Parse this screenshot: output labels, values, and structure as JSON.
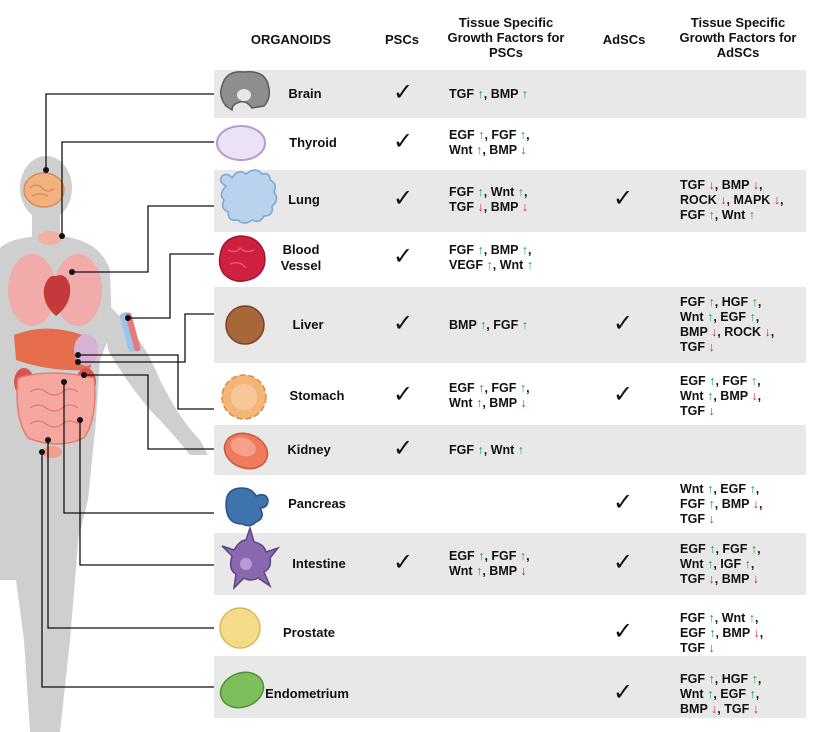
{
  "headers": {
    "organoids": "ORGANOIDS",
    "pscs": "PSCs",
    "gf_pscs": "Tissue Specific Growth Factors for PSCs",
    "adscs": "AdSCs",
    "gf_adscs": "Tissue Specific Growth Factors for AdSCs"
  },
  "check_symbol": "✓",
  "arrows": {
    "up": "↑",
    "down": "↓"
  },
  "colors": {
    "up": "#1aa34a",
    "down": "#e02222",
    "row_shade": "#e8e8e8",
    "silhouette": "#cfcfcf"
  },
  "rows": [
    {
      "id": "brain",
      "organ": "Brain",
      "psc": true,
      "adsc": false,
      "psc_gf": [
        [
          [
            "TGF",
            "up"
          ],
          [
            "BMP",
            "up"
          ]
        ]
      ],
      "adsc_gf": []
    },
    {
      "id": "thyroid",
      "organ": "Thyroid",
      "psc": true,
      "adsc": false,
      "psc_gf": [
        [
          [
            "EGF",
            "up"
          ],
          [
            "FGF",
            "up"
          ]
        ],
        [
          [
            "Wnt",
            "up"
          ],
          [
            "BMP",
            "down"
          ]
        ]
      ],
      "adsc_gf": []
    },
    {
      "id": "lung",
      "organ": "Lung",
      "psc": true,
      "adsc": true,
      "psc_gf": [
        [
          [
            "FGF",
            "up"
          ],
          [
            "Wnt",
            "up"
          ]
        ],
        [
          [
            "TGF",
            "down"
          ],
          [
            "BMP",
            "down"
          ]
        ]
      ],
      "adsc_gf": [
        [
          [
            "TGF",
            "down"
          ],
          [
            "BMP",
            "down"
          ]
        ],
        [
          [
            "ROCK",
            "down"
          ],
          [
            "MAPK",
            "down"
          ]
        ],
        [
          [
            "FGF",
            "up"
          ],
          [
            "Wnt",
            "up"
          ]
        ]
      ]
    },
    {
      "id": "blood-vessel",
      "organ": "Blood Vessel",
      "psc": true,
      "adsc": false,
      "psc_gf": [
        [
          [
            "FGF",
            "up"
          ],
          [
            "BMP",
            "up"
          ]
        ],
        [
          [
            "VEGF",
            "up"
          ],
          [
            "Wnt",
            "up"
          ]
        ]
      ],
      "adsc_gf": []
    },
    {
      "id": "liver",
      "organ": "Liver",
      "psc": true,
      "adsc": true,
      "psc_gf": [
        [
          [
            "BMP",
            "up"
          ],
          [
            "FGF",
            "up"
          ]
        ]
      ],
      "adsc_gf": [
        [
          [
            "FGF",
            "up"
          ],
          [
            "HGF",
            "up"
          ]
        ],
        [
          [
            "Wnt",
            "up"
          ],
          [
            "EGF",
            "up"
          ]
        ],
        [
          [
            "BMP",
            "down"
          ],
          [
            "ROCK",
            "down"
          ]
        ],
        [
          [
            "TGF",
            "down"
          ]
        ]
      ]
    },
    {
      "id": "stomach",
      "organ": "Stomach",
      "psc": true,
      "adsc": true,
      "psc_gf": [
        [
          [
            "EGF",
            "up"
          ],
          [
            "FGF",
            "up"
          ]
        ],
        [
          [
            "Wnt",
            "up"
          ],
          [
            "BMP",
            "down"
          ]
        ]
      ],
      "adsc_gf": [
        [
          [
            "EGF",
            "up"
          ],
          [
            "FGF",
            "up"
          ]
        ],
        [
          [
            "Wnt",
            "up"
          ],
          [
            "BMP",
            "down"
          ]
        ],
        [
          [
            "TGF",
            "down"
          ]
        ]
      ]
    },
    {
      "id": "kidney",
      "organ": "Kidney",
      "psc": true,
      "adsc": false,
      "psc_gf": [
        [
          [
            "FGF",
            "up"
          ],
          [
            "Wnt",
            "up"
          ]
        ]
      ],
      "adsc_gf": []
    },
    {
      "id": "pancreas",
      "organ": "Pancreas",
      "psc": false,
      "adsc": true,
      "psc_gf": [],
      "adsc_gf": [
        [
          [
            "Wnt",
            "up"
          ],
          [
            "EGF",
            "up"
          ]
        ],
        [
          [
            "FGF",
            "up"
          ],
          [
            "BMP",
            "down"
          ]
        ],
        [
          [
            "TGF",
            "down"
          ]
        ]
      ]
    },
    {
      "id": "intestine",
      "organ": "Intestine",
      "psc": true,
      "adsc": true,
      "psc_gf": [
        [
          [
            "EGF",
            "up"
          ],
          [
            "FGF",
            "up"
          ]
        ],
        [
          [
            "Wnt",
            "up"
          ],
          [
            "BMP",
            "down"
          ]
        ]
      ],
      "adsc_gf": [
        [
          [
            "EGF",
            "up"
          ],
          [
            "FGF",
            "up"
          ]
        ],
        [
          [
            "Wnt",
            "up"
          ],
          [
            "IGF",
            "up"
          ]
        ],
        [
          [
            "TGF",
            "down"
          ],
          [
            "BMP",
            "down"
          ]
        ]
      ]
    },
    {
      "id": "prostate",
      "organ": "Prostate",
      "psc": false,
      "adsc": true,
      "psc_gf": [],
      "adsc_gf": [
        [
          [
            "FGF",
            "up"
          ],
          [
            "Wnt",
            "up"
          ]
        ],
        [
          [
            "EGF",
            "up"
          ],
          [
            "BMP",
            "down"
          ]
        ],
        [
          [
            "TGF",
            "down"
          ]
        ]
      ]
    },
    {
      "id": "endometrium",
      "organ": "Endometrium",
      "psc": false,
      "adsc": true,
      "psc_gf": [],
      "adsc_gf": [
        [
          [
            "FGF",
            "up"
          ],
          [
            "HGF",
            "up"
          ]
        ],
        [
          [
            "Wnt",
            "up"
          ],
          [
            "EGF",
            "up"
          ]
        ],
        [
          [
            "BMP",
            "down"
          ],
          [
            "TGF",
            "down"
          ]
        ]
      ]
    }
  ]
}
